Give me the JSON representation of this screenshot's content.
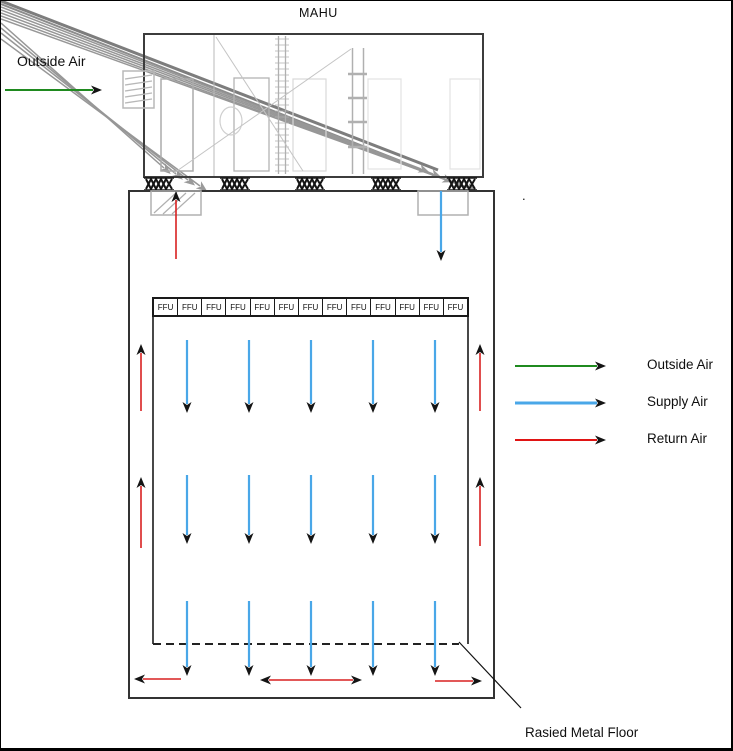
{
  "labels": {
    "title": "MAHU",
    "outside_air": "Outside Air",
    "raised_floor": "Rasied Metal Floor",
    "stray_mark": "."
  },
  "ffu_row": {
    "units": [
      "FFU",
      "FFU",
      "FFU",
      "FFU",
      "FFU",
      "FFU",
      "FFU",
      "FFU",
      "FFU",
      "FFU",
      "FFU",
      "FFU",
      "FFU"
    ]
  },
  "legend": {
    "items": [
      {
        "label": "Outside Air",
        "color": "#1f8a1f"
      },
      {
        "label": "Supply Air",
        "color": "#49a7e8"
      },
      {
        "label": "Return Air",
        "color": "#e01414"
      }
    ]
  },
  "colors": {
    "outside_air": "#1f8a1f",
    "supply_air": "#49a7e8",
    "return_air": "#d82121",
    "arrowhead": "#141414",
    "outline": "#3a3a3a"
  }
}
